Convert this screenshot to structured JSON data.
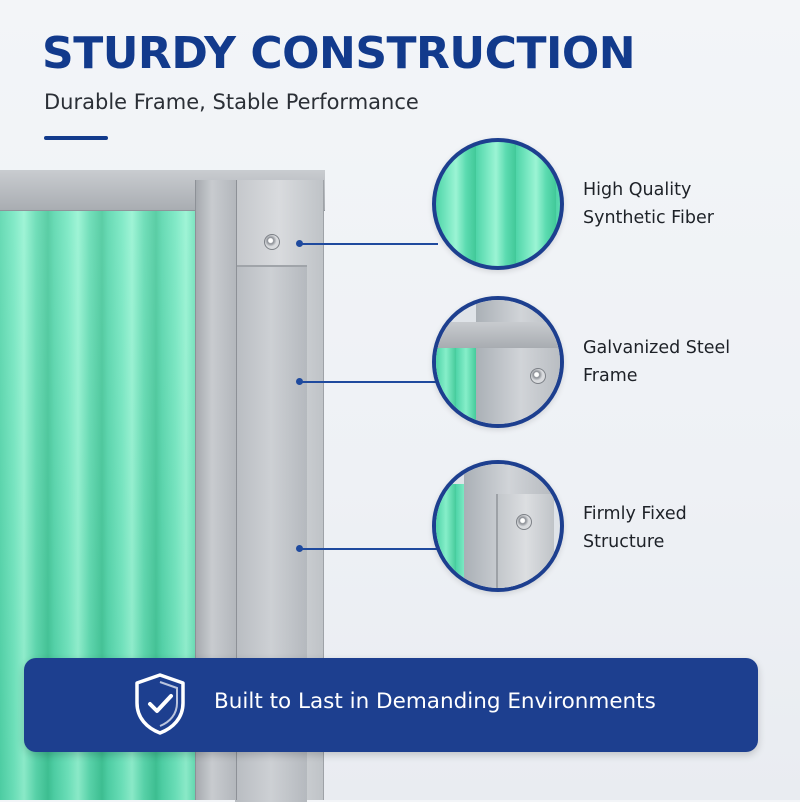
{
  "header": {
    "title": "STURDY CONSTRUCTION",
    "subtitle": "Durable Frame, Stable Performance"
  },
  "features": [
    {
      "line1": "High Quality",
      "line2": "Synthetic Fiber",
      "icon": "fiber-closeup"
    },
    {
      "line1": "Galvanized Steel",
      "line2": "Frame",
      "icon": "frame-closeup"
    },
    {
      "line1": "Firmly Fixed",
      "line2": "Structure",
      "icon": "fixed-structure-closeup"
    }
  ],
  "banner": {
    "text": "Built to Last in Demanding Environments",
    "icon": "shield-check-icon"
  },
  "colors": {
    "brand_blue": "#1d3f8f",
    "filter_green": "#5fdcb2",
    "steel_gray": "#c4c7cb"
  }
}
